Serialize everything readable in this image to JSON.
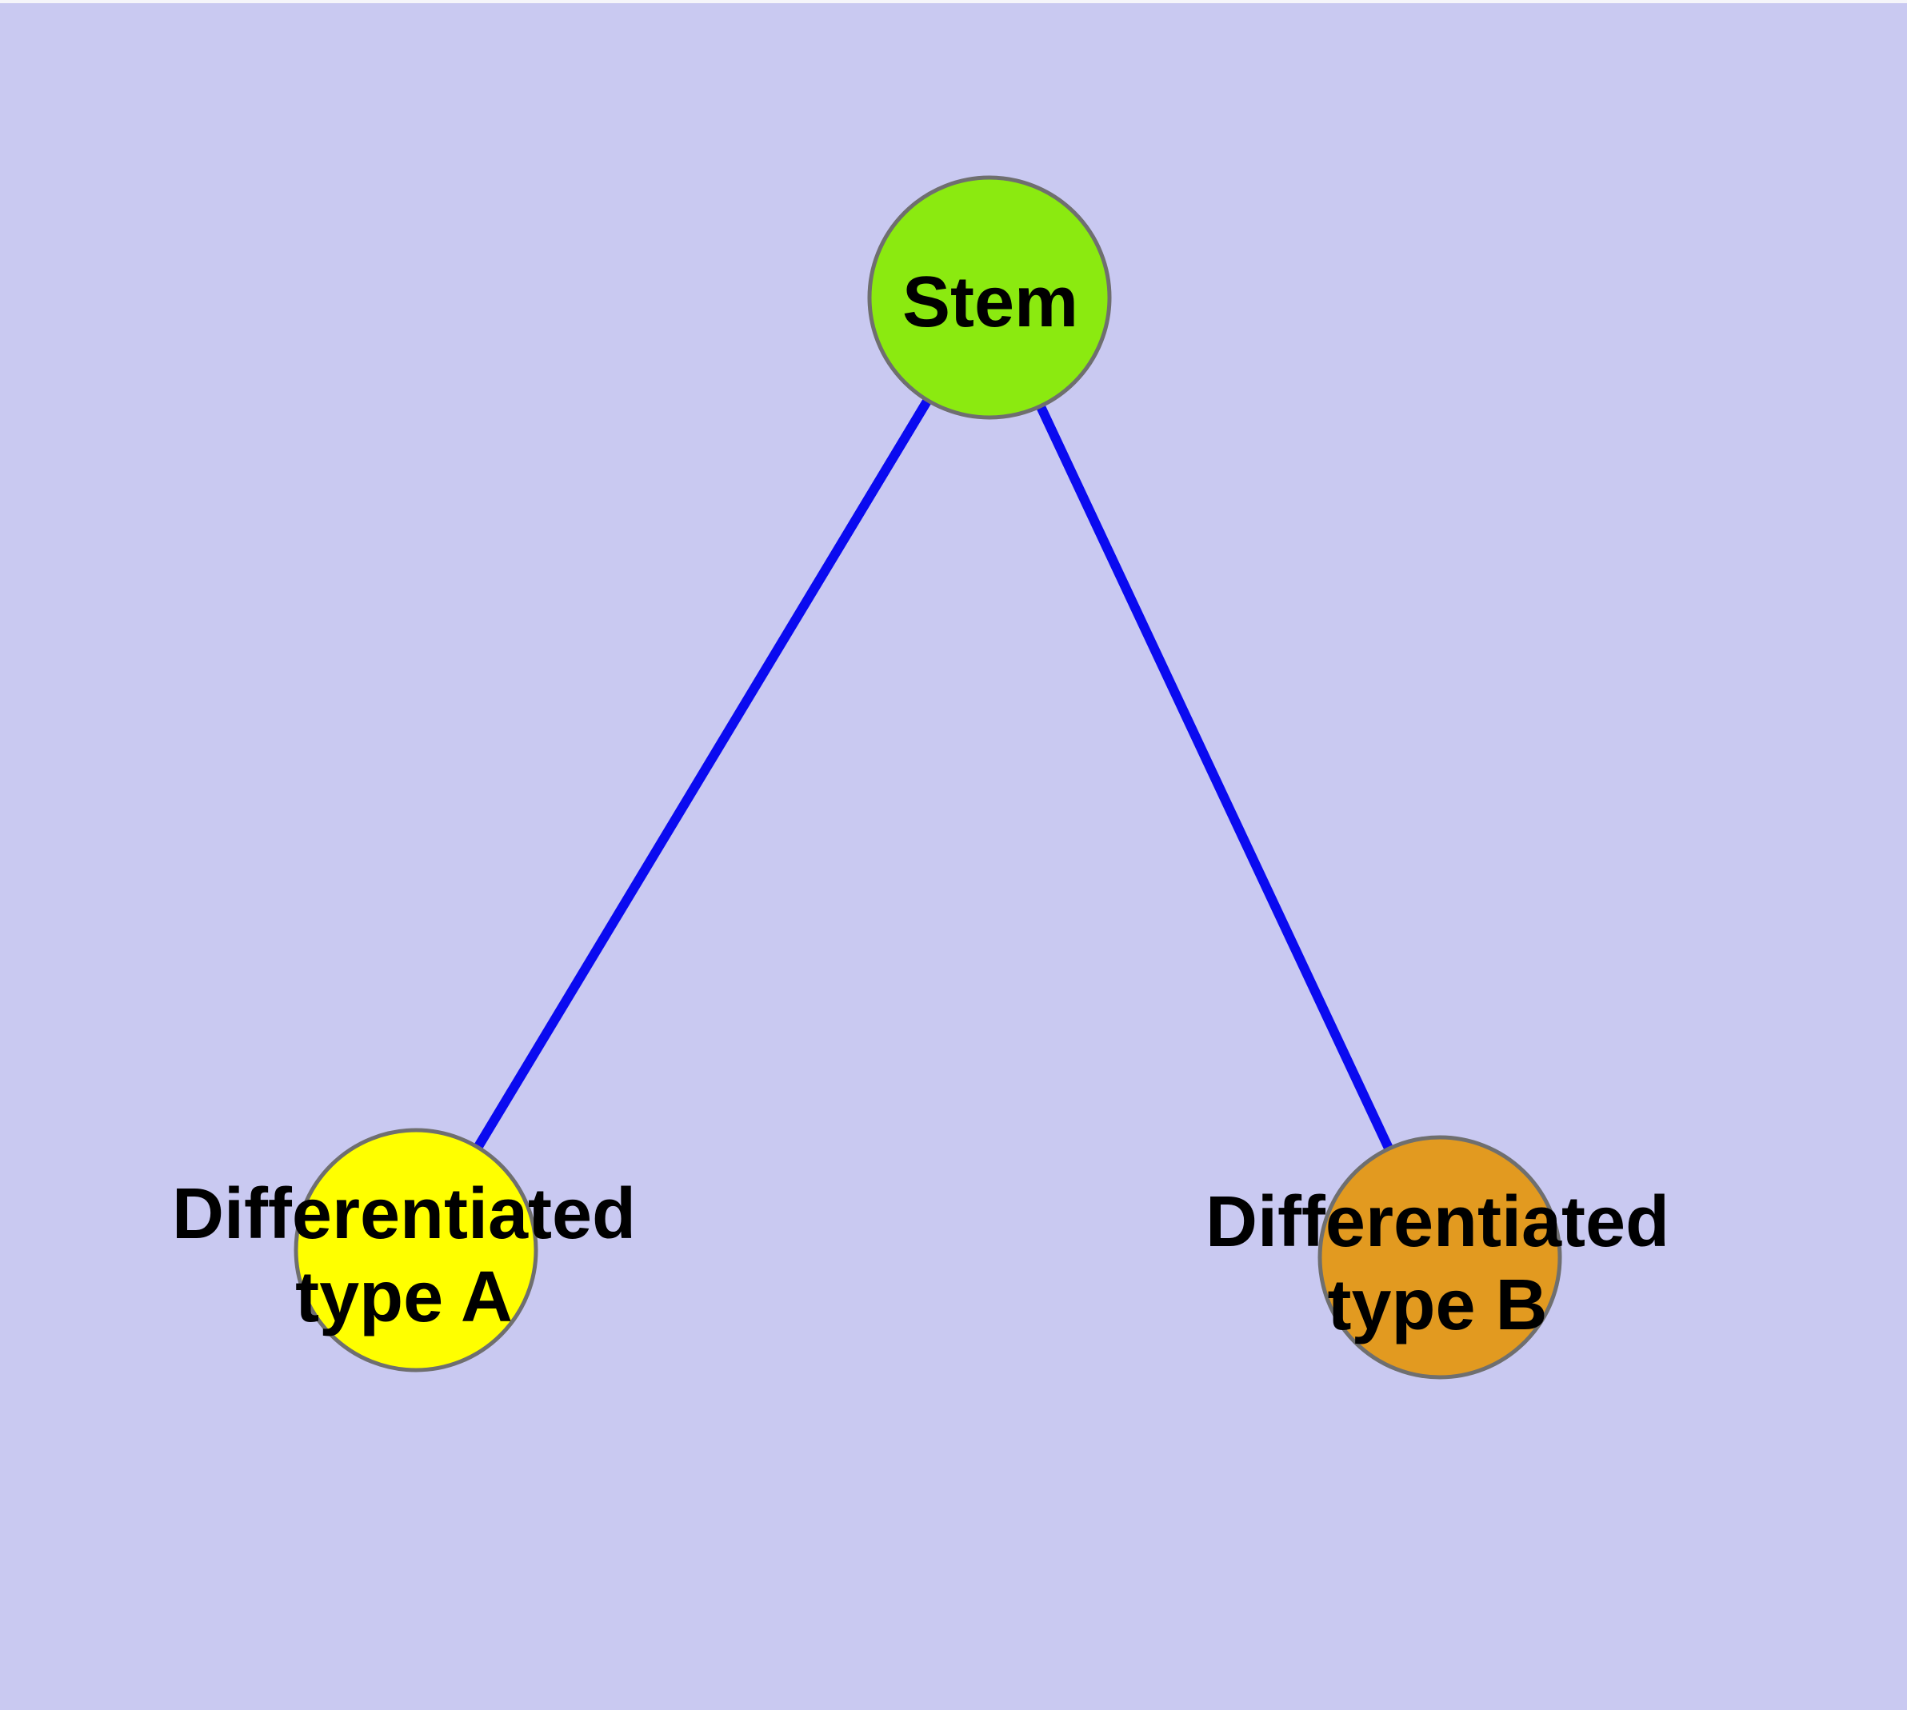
{
  "diagram": {
    "background_color": "#c9c9f1",
    "top_strip_color": "#f5f5fa",
    "edge_color": "#0a0af0",
    "node_border_color": "#6f6f6f",
    "text_color": "#000000",
    "nodes": {
      "stem": {
        "label": "Stem",
        "fill": "#8bea10"
      },
      "type_a": {
        "label_line1": "Differentiated",
        "label_line2": "type A",
        "fill": "#ffff00"
      },
      "type_b": {
        "label_line1": "Differentiated",
        "label_line2": "type B",
        "fill": "#e29a20"
      }
    },
    "edges": [
      {
        "from": "stem",
        "to": "type_a"
      },
      {
        "from": "stem",
        "to": "type_b"
      }
    ]
  }
}
